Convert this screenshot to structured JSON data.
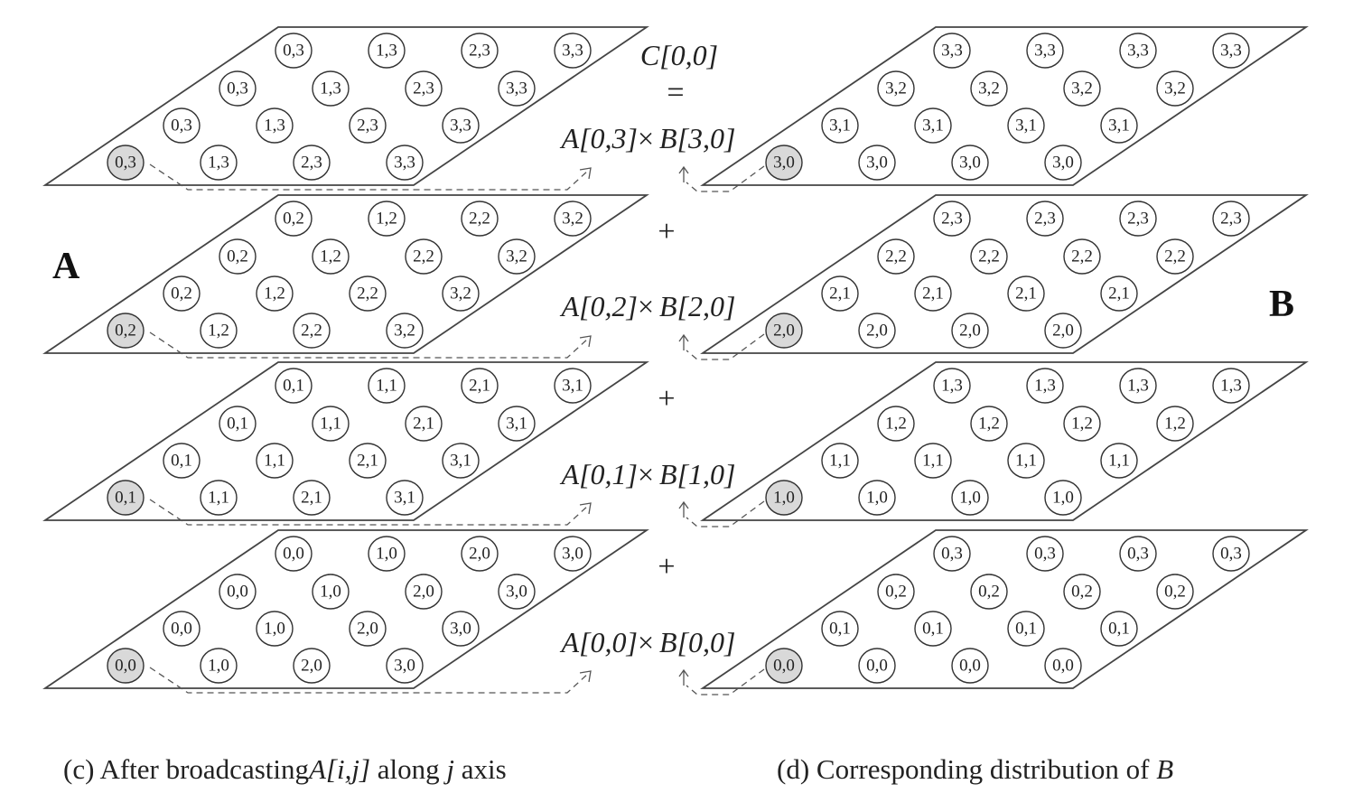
{
  "matrix_a_label": "A",
  "matrix_b_label": "B",
  "result_label": "C[0,0]",
  "equals_sign": "=",
  "plus_sign": "+",
  "a_planes": [
    {
      "rows": [
        [
          "0,3",
          "1,3",
          "2,3",
          "3,3"
        ],
        [
          "0,3",
          "1,3",
          "2,3",
          "3,3"
        ],
        [
          "0,3",
          "1,3",
          "2,3",
          "3,3"
        ],
        [
          "0,3",
          "1,3",
          "2,3",
          "3,3"
        ]
      ]
    },
    {
      "rows": [
        [
          "0,2",
          "1,2",
          "2,2",
          "3,2"
        ],
        [
          "0,2",
          "1,2",
          "2,2",
          "3,2"
        ],
        [
          "0,2",
          "1,2",
          "2,2",
          "3,2"
        ],
        [
          "0,2",
          "1,2",
          "2,2",
          "3,2"
        ]
      ]
    },
    {
      "rows": [
        [
          "0,1",
          "1,1",
          "2,1",
          "3,1"
        ],
        [
          "0,1",
          "1,1",
          "2,1",
          "3,1"
        ],
        [
          "0,1",
          "1,1",
          "2,1",
          "3,1"
        ],
        [
          "0,1",
          "1,1",
          "2,1",
          "3,1"
        ]
      ]
    },
    {
      "rows": [
        [
          "0,0",
          "1,0",
          "2,0",
          "3,0"
        ],
        [
          "0,0",
          "1,0",
          "2,0",
          "3,0"
        ],
        [
          "0,0",
          "1,0",
          "2,0",
          "3,0"
        ],
        [
          "0,0",
          "1,0",
          "2,0",
          "3,0"
        ]
      ]
    }
  ],
  "b_planes": [
    {
      "rows": [
        [
          "3,3",
          "3,3",
          "3,3",
          "3,3"
        ],
        [
          "3,2",
          "3,2",
          "3,2",
          "3,2"
        ],
        [
          "3,1",
          "3,1",
          "3,1",
          "3,1"
        ],
        [
          "3,0",
          "3,0",
          "3,0",
          "3,0"
        ]
      ]
    },
    {
      "rows": [
        [
          "2,3",
          "2,3",
          "2,3",
          "2,3"
        ],
        [
          "2,2",
          "2,2",
          "2,2",
          "2,2"
        ],
        [
          "2,1",
          "2,1",
          "2,1",
          "2,1"
        ],
        [
          "2,0",
          "2,0",
          "2,0",
          "2,0"
        ]
      ]
    },
    {
      "rows": [
        [
          "1,3",
          "1,3",
          "1,3",
          "1,3"
        ],
        [
          "1,2",
          "1,2",
          "1,2",
          "1,2"
        ],
        [
          "1,1",
          "1,1",
          "1,1",
          "1,1"
        ],
        [
          "1,0",
          "1,0",
          "1,0",
          "1,0"
        ]
      ]
    },
    {
      "rows": [
        [
          "0,3",
          "0,3",
          "0,3",
          "0,3"
        ],
        [
          "0,2",
          "0,2",
          "0,2",
          "0,2"
        ],
        [
          "0,1",
          "0,1",
          "0,1",
          "0,1"
        ],
        [
          "0,0",
          "0,0",
          "0,0",
          "0,0"
        ]
      ]
    }
  ],
  "products": [
    {
      "a": "A[0,3]",
      "times": "×",
      "b": "B[3,0]"
    },
    {
      "a": "A[0,2]",
      "times": "×",
      "b": "B[2,0]"
    },
    {
      "a": "A[0,1]",
      "times": "×",
      "b": "B[1,0]"
    },
    {
      "a": "A[0,0]",
      "times": "×",
      "b": "B[0,0]"
    }
  ],
  "colors": {
    "highlight_fill": "#d9d9d9",
    "line": "#444444",
    "text": "#222222"
  },
  "captions": {
    "left": {
      "prefix": "(c)  After broadcasting",
      "math": "A[i,j]",
      "middle": " along ",
      "axis": "j",
      "suffix": " axis"
    },
    "right": {
      "prefix": "(d)  Corresponding distribution of ",
      "math": "B"
    }
  }
}
